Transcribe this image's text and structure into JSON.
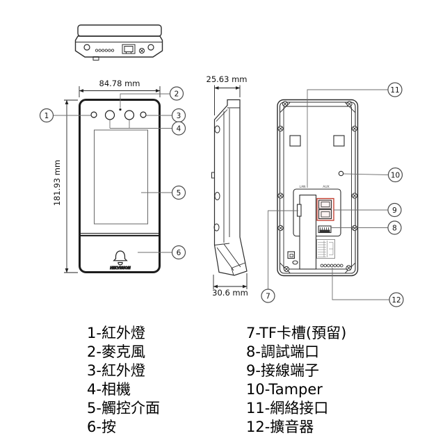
{
  "colors": {
    "background": "#ffffff",
    "line": "#2b2b2b",
    "callout_line": "#6e6e6e",
    "dimension": "#222222",
    "connector_highlight": "#c0392b"
  },
  "dimensions": {
    "front_width": "84.78 mm",
    "front_height": "181.93 mm",
    "side_top_depth": "25.63 mm",
    "side_bottom_depth": "30.6 mm"
  },
  "device": {
    "brand": "HIKVISION",
    "port_labels": {
      "lan": "LAN",
      "aux": "AUX"
    }
  },
  "callouts": {
    "c1": "1",
    "c2": "2",
    "c3": "3",
    "c4": "4",
    "c5": "5",
    "c6": "6",
    "c7": "7",
    "c8": "8",
    "c9": "9",
    "c10": "10",
    "c11": "11",
    "c12": "12"
  },
  "legend": {
    "left": [
      "1-紅外燈",
      "2-麥克風",
      "3-紅外燈",
      "4-相機",
      "5-觸控介面",
      "6-按"
    ],
    "right": [
      "7-TF卡槽(預留)",
      "8-調試端口",
      "9-接線端子",
      "10-Tamper",
      "11-網絡接口",
      "12-擴音器"
    ]
  }
}
